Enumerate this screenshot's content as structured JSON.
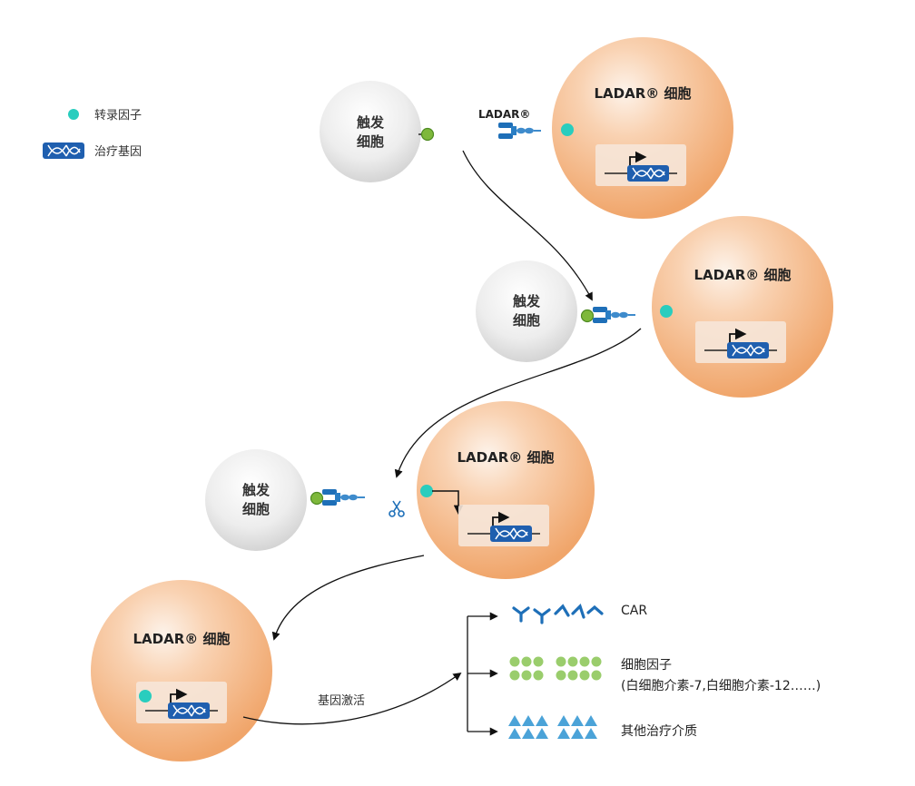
{
  "legend": {
    "transcription_factor": "转录因子",
    "therapeutic_gene": "治疗基因"
  },
  "receptor_label": "LADAR®",
  "ladar_cell_label": "LADAR® 细胞",
  "trigger_cell": {
    "line1": "触发",
    "line2": "细胞"
  },
  "activation_label": "基因激活",
  "outputs": {
    "car": "CAR",
    "cytokine_line1": "细胞因子",
    "cytokine_line2": "(白细胞介素-7,白细胞介素-12……)",
    "other": "其他治疗介质"
  },
  "colors": {
    "ladar_cell": "#F4B07E",
    "trigger_cell": "#E6E6E6",
    "transcription_factor": "#29CDBE",
    "gene": "#1F5FAF",
    "receptor": "#1E6FB8",
    "ligand": "#7EB83B",
    "cytokine": "#9ACD6C",
    "triangles": "#4BA3D8"
  }
}
